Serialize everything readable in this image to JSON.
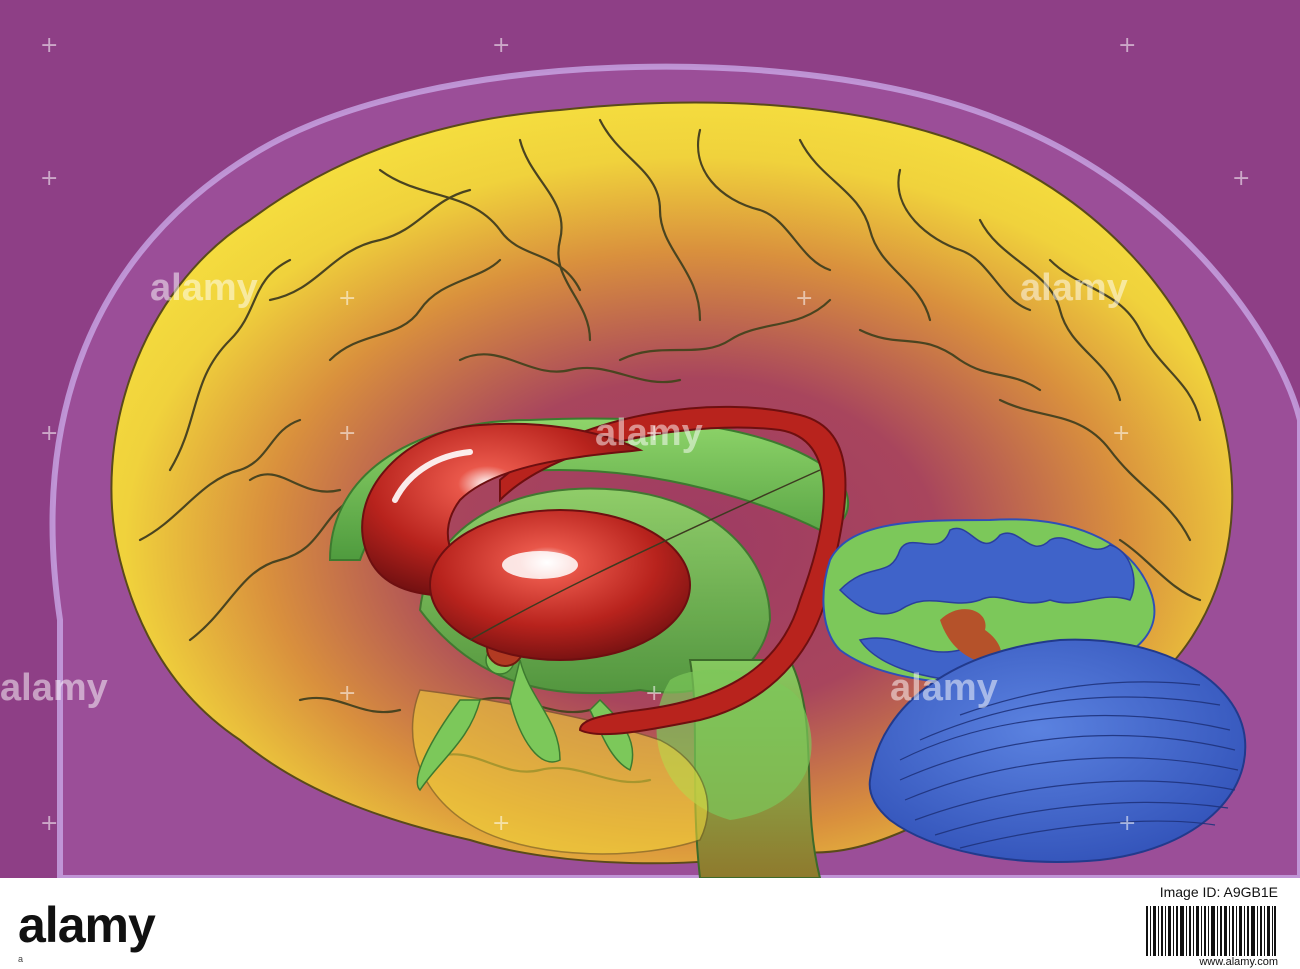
{
  "watermark": {
    "text": "alamy",
    "plus": "+"
  },
  "footer": {
    "logo": "alamy",
    "image_id_line": "Image ID: A9GB1E",
    "url": "www.alamy.com",
    "sub": "a"
  },
  "colors": {
    "background": "#8e3f86",
    "head_outline": "#c9a8e6",
    "cortex": "#f3dc3a",
    "cortex_inner": "#a8435e",
    "sulci": "#4a4a22",
    "limbic": "#7cc85a",
    "caudate": "#b8231d",
    "cerebellum": "#3f63c9",
    "footer": "#ffffff"
  }
}
